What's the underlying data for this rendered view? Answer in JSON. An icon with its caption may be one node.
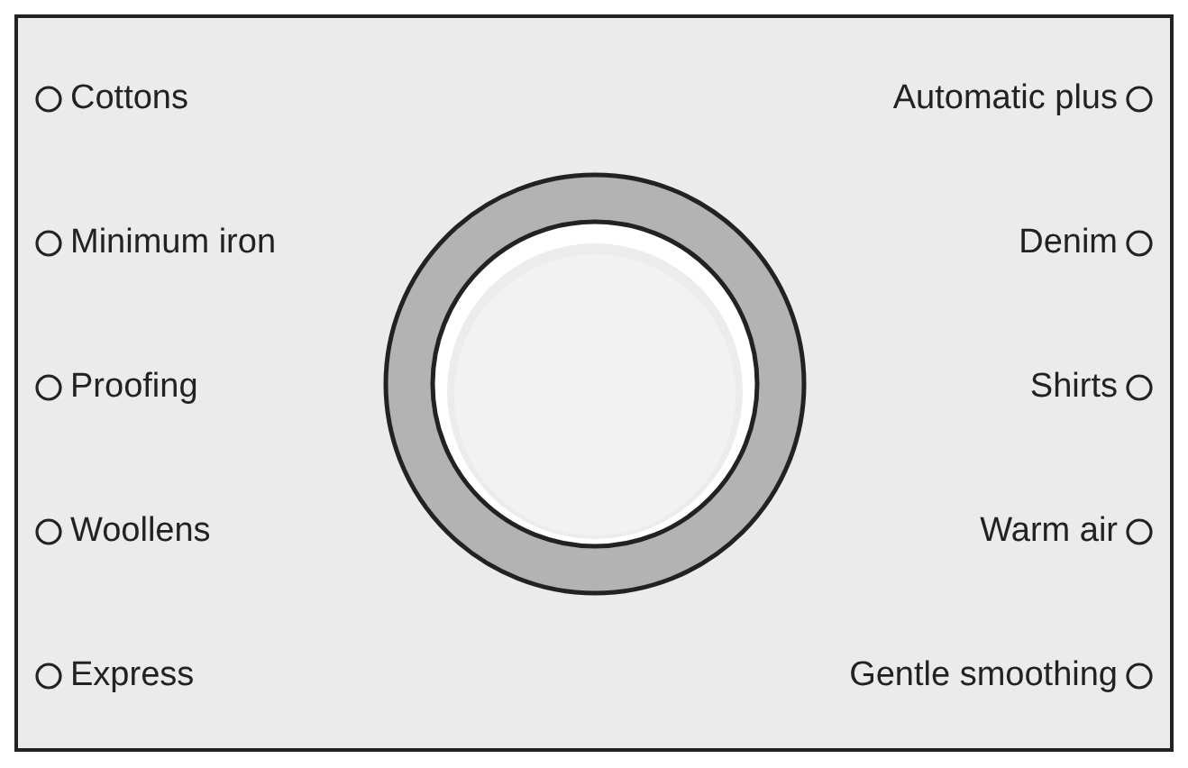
{
  "diagram": {
    "labels": [
      "Cottons",
      "Automatic plus",
      "Minimum iron",
      "Denim",
      "Proofing",
      "Shirts",
      "Woollens",
      "Warm air",
      "Express",
      "Gentle smoothing"
    ]
  }
}
